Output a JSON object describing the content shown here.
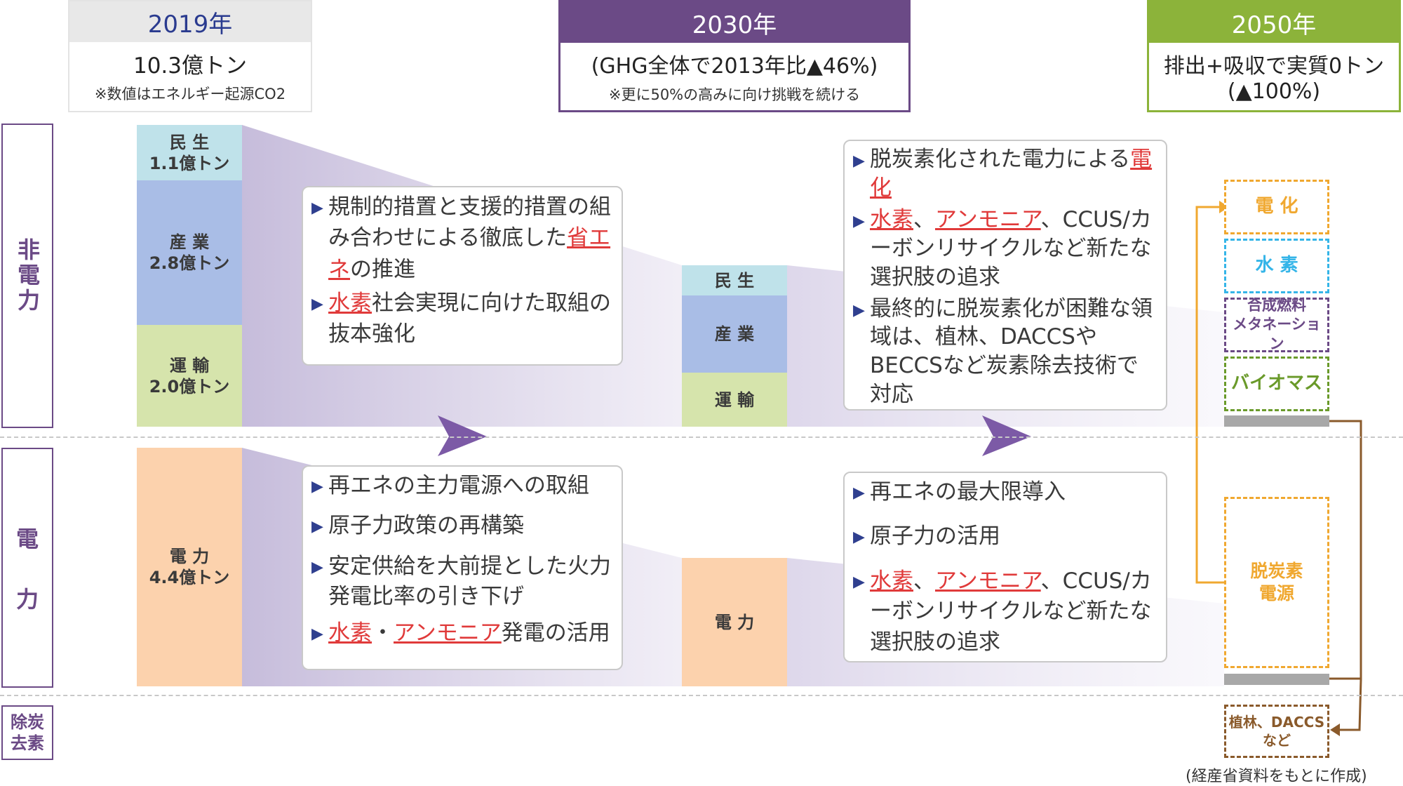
{
  "headers": {
    "y2019": {
      "year": "2019年",
      "line1": "10.3億トン",
      "line2": "※数値はエネルギー起源CO2"
    },
    "y2030": {
      "year": "2030年",
      "line1": "(GHG全体で2013年比▲46%)",
      "line2": "※更に50%の高みに向け挑戦を続ける"
    },
    "y2050": {
      "year": "2050年",
      "line1": "排出+吸収で実質0トン",
      "line2": "(▲100%)"
    }
  },
  "side_labels": {
    "non_power": "非電力",
    "power_1": "電",
    "power_2": "力",
    "removal": "除炭去素"
  },
  "bars_2019": {
    "minsei": {
      "name": "民 生",
      "value": "1.1億トン"
    },
    "sangyo": {
      "name": "産 業",
      "value": "2.8億トン"
    },
    "unyu": {
      "name": "運 輸",
      "value": "2.0億トン"
    },
    "denryoku": {
      "name": "電 力",
      "value": "4.4億トン"
    }
  },
  "bars_2030": {
    "minsei": "民 生",
    "sangyo": "産 業",
    "unyu": "運 輸",
    "denryoku": "電 力"
  },
  "box_nonpower_2030": {
    "i1_a": "規制的措置と支援的措置の組み合わせによる徹底した",
    "i1_red": "省エネ",
    "i1_b": "の推進",
    "i2_red": "水素",
    "i2_b": "社会実現に向けた取組の抜本強化"
  },
  "box_power_2030": {
    "i1": "再エネの主力電源への取組",
    "i2": "原子力政策の再構築",
    "i3": "安定供給を大前提とした火力発電比率の引き下げ",
    "i4_red1": "水素",
    "i4_sep": "・",
    "i4_red2": "アンモニア",
    "i4_b": "発電の活用"
  },
  "box_nonpower_2050": {
    "i1_a": "脱炭素化された電力による",
    "i1_red": "電化",
    "i2_red1": "水素",
    "i2_sep": "、",
    "i2_red2": "アンモニア",
    "i2_b": "、CCUS/カーボンリサイクルなど新たな選択肢の追求",
    "i3": "最終的に脱炭素化が困難な領域は、植林、DACCSやBECCSなど炭素除去技術で対応"
  },
  "box_power_2050": {
    "i1": "再エネの最大限導入",
    "i2": "原子力の活用",
    "i3_red1": "水素",
    "i3_sep": "、",
    "i3_red2": "アンモニア",
    "i3_b": "、CCUS/カーボンリサイクルなど新たな選択肢の追求"
  },
  "right_2050": {
    "denka": "電 化",
    "suiso": "水 素",
    "gosei_1": "合成燃料",
    "gosei_2": "メタネーション",
    "biomass": "バイオマス",
    "datsutanso_1": "脱炭素",
    "datsutanso_2": "電源",
    "removal_1": "植林、DACCS",
    "removal_2": "など"
  },
  "source": "(経産省資料をもとに作成)",
  "colors": {
    "purple": "#6b4a86",
    "green": "#8cb33a",
    "orange": "#f0a830",
    "lightblue": "#bfe2ea",
    "blue": "#a9bde6",
    "lightgreen": "#d6e4ac",
    "peach": "#fcd2ad",
    "navy": "#2a3b8f",
    "red": "#e03a3a",
    "brown": "#8a5a2b",
    "cyan": "#35b5e8"
  }
}
